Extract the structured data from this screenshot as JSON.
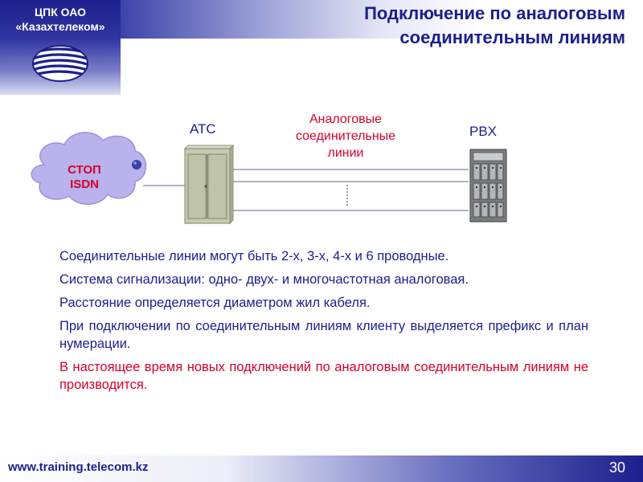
{
  "header": {
    "org_line1": "ЦПК ОАО",
    "org_line2": "«Казахтелеком»",
    "title_line1": "Подключение по аналоговым",
    "title_line2": "соединительным линиям"
  },
  "diagram": {
    "cloud_line1": "СТОП",
    "cloud_line2": "ISDN",
    "atc_label": "АТС",
    "pbx_label": "PBX",
    "lines_label_1": "Аналоговые",
    "lines_label_2": "соединительные",
    "lines_label_3": "линии"
  },
  "body": {
    "p1": "Соединительные линии могут быть 2-х, 3-х, 4-х и 6 проводные.",
    "p2": "Система сигнализации: одно- двух- и многочастотная аналоговая.",
    "p3": "Расстояние определяется диаметром жил кабеля.",
    "p4": "При подключении по соединительным линиям клиенту выделяется префикс и план нумерации.",
    "p5": "В настоящее время новых подключений по аналоговым соединительным линиям не производится."
  },
  "footer": {
    "url": "www.training.telecom.kz",
    "page_number": "30"
  },
  "colors": {
    "brand_blue": "#1c1f8c",
    "accent_red": "#d8002a",
    "cloud_lilac": "#b9b2ec"
  }
}
